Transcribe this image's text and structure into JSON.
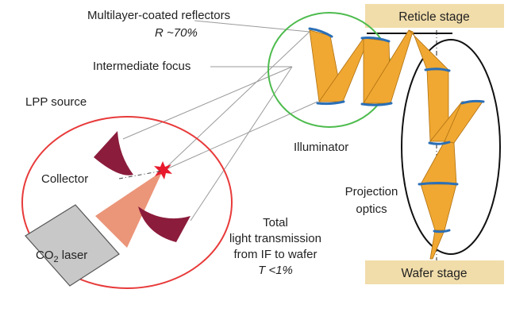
{
  "labels": {
    "reflectors": "Multilayer-coated reflectors",
    "reflectivity": "R ~70%",
    "intermediate_focus": "Intermediate focus",
    "lpp_source": "LPP source",
    "collector": "Collector",
    "laser_co": "CO",
    "laser_sub": "2",
    "laser_rest": " laser",
    "illuminator": "Illuminator",
    "projection_line1": "Projection",
    "projection_line2": "optics",
    "total_line1": "Total",
    "total_line2": "light transmission",
    "total_line3": "from IF to wafer",
    "total_line4": "T <1%",
    "reticle_stage": "Reticle stage",
    "wafer_stage": "Wafer stage"
  },
  "colors": {
    "stage_fill": "#f1ddaa",
    "beam_fill": "#f0a832",
    "beam_edge": "#b07010",
    "mirror": "#2b6fb6",
    "collector": "#8b1c3c",
    "source_ellipse": "#e83a3a",
    "illuminator_circle": "#4dbb4d",
    "projection_ellipse": "#111111",
    "laser_box": "#c8c8c8",
    "laser_beam": "#e98a6a",
    "plasma": "#e8192c",
    "guide_lines": "#9a9a9a"
  }
}
